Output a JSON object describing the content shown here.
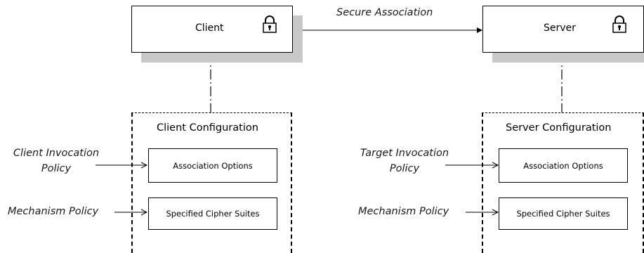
{
  "client": {
    "label": "Client",
    "config_title": "Client Configuration",
    "invocation_policy_line1": "Client Invocation",
    "invocation_policy_line2": "Policy",
    "mechanism_policy": "Mechanism Policy",
    "association_options": "Association Options",
    "cipher_suites": "Specified Cipher Suites"
  },
  "server": {
    "label": "Server",
    "config_title": "Server Configuration",
    "invocation_policy_line1": "Target Invocation",
    "invocation_policy_line2": "Policy",
    "mechanism_policy": "Mechanism Policy",
    "association_options": "Association Options",
    "cipher_suites": "Specified Cipher Suites"
  },
  "connection": {
    "label": "Secure Association"
  },
  "icons": {
    "lock": "padlock-icon"
  }
}
